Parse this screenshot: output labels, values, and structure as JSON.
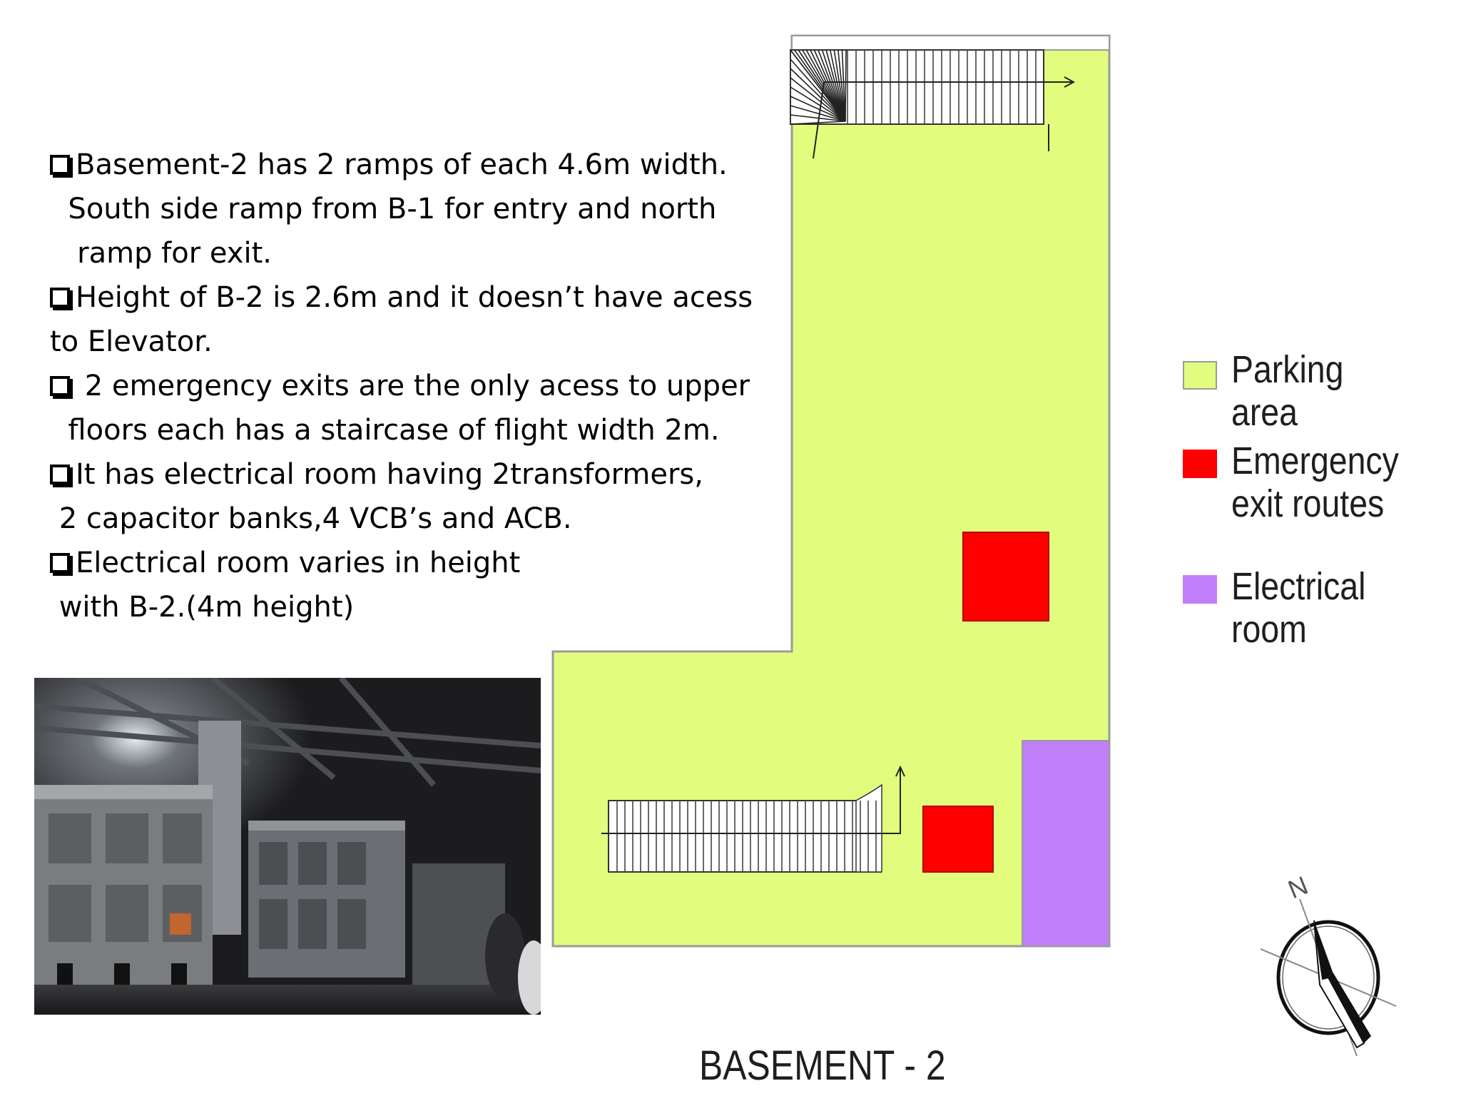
{
  "bullets": [
    {
      "marker": true,
      "lines": [
        "Basement-2 has 2 ramps of each 4.6m width.",
        "  South side ramp from B-1 for entry and north",
        "   ramp for exit."
      ]
    },
    {
      "marker": true,
      "lines": [
        "Height of B-2 is 2.6m and it doesn’t have acess",
        "to Elevator."
      ]
    },
    {
      "marker": true,
      "lines": [
        " 2 emergency exits are the only acess to upper",
        "  floors each has a staircase of flight width 2m."
      ]
    },
    {
      "marker": true,
      "lines": [
        "It has electrical room having 2transformers,",
        " 2 capacitor banks,4 VCB’s and ACB."
      ]
    },
    {
      "marker": true,
      "lines": [
        "Electrical room varies in height",
        " with B-2.(4m height)"
      ]
    }
  ],
  "legend": [
    {
      "label": "Parking area",
      "color": "#e2fc7e",
      "icon": "parking-area-swatch"
    },
    {
      "label": "Emergency\nexit routes",
      "color": "#ff0000",
      "icon": "emergency-exit-swatch"
    },
    {
      "label": "Electrical room",
      "color": "#c07ff8",
      "icon": "electrical-room-swatch"
    }
  ],
  "plan_title": "BASEMENT - 2",
  "colors": {
    "parking": "#e2fc7e",
    "exit": "#ff0000",
    "electrical": "#c07ff8",
    "outline": "#9a9a9a"
  },
  "icons": [
    "north-arrow-icon",
    "ramp-stairs-icon",
    "photo-electrical-room"
  ]
}
